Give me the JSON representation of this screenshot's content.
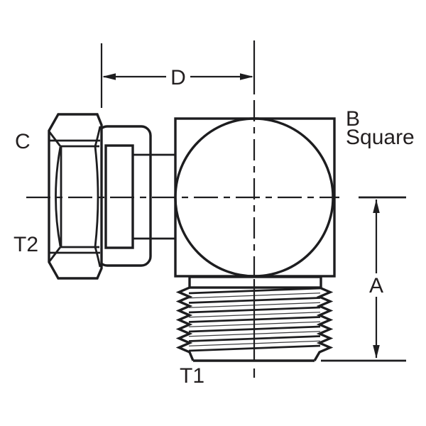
{
  "figure": {
    "type": "technical-drawing",
    "description": "Side view line drawing of a 90-degree female swivel to male elbow hydraulic adapter with dimension callouts",
    "background_color": "#ffffff",
    "line_color": "#1d1d1f",
    "text_color": "#231f20",
    "labels": {
      "dim_width": "D",
      "dim_height": "A",
      "nut_callout": "C",
      "swivel_thread_callout": "T2",
      "body_callout_line1": "B",
      "body_callout_line2": "Square",
      "male_thread_callout": "T1"
    }
  }
}
